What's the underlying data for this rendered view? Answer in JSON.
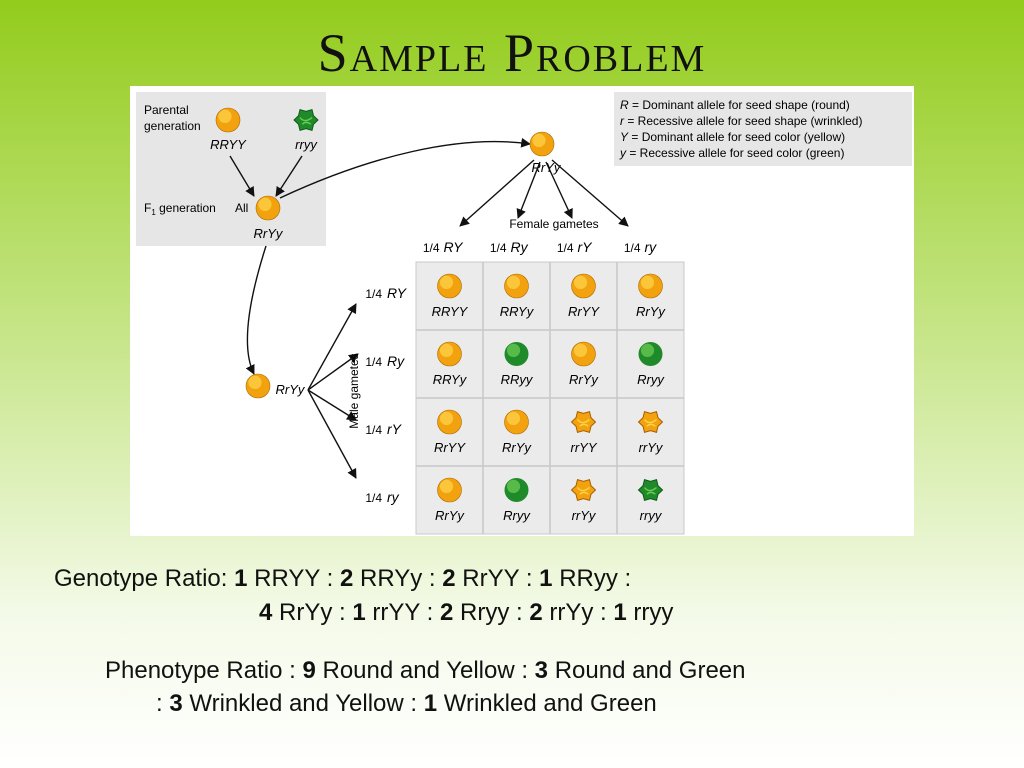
{
  "title": "Sample Problem",
  "diagram": {
    "parental_label_1": "Parental",
    "parental_label_2": "generation",
    "parent1_genotype": "RRYY",
    "parent2_genotype": "rryy",
    "f1_label": "F",
    "f1_sub": "1",
    "f1_label_rest": " generation",
    "f1_all": "All",
    "f1_genotype": "RrYy",
    "female_parent": "RrYy",
    "male_parent": "RrYy",
    "female_gametes_label": "Female gametes",
    "male_gametes_label": "Male gametes",
    "fraction": "1/4",
    "legend": [
      {
        "sym": "R",
        "text": " = Dominant allele for seed shape (round)"
      },
      {
        "sym": "r",
        "text": "  = Recessive allele for seed shape (wrinkled)"
      },
      {
        "sym": "Y",
        "text": " = Dominant allele for seed color (yellow)"
      },
      {
        "sym": "y",
        "text": " = Recessive allele for seed color (green)"
      }
    ],
    "col_gametes": [
      "RY",
      "Ry",
      "rY",
      "ry"
    ],
    "row_gametes": [
      "RY",
      "Ry",
      "rY",
      "ry"
    ],
    "grid": [
      [
        {
          "g": "RRYY",
          "shape": "round",
          "color": "yellow"
        },
        {
          "g": "RRYy",
          "shape": "round",
          "color": "yellow"
        },
        {
          "g": "RrYY",
          "shape": "round",
          "color": "yellow"
        },
        {
          "g": "RrYy",
          "shape": "round",
          "color": "yellow"
        }
      ],
      [
        {
          "g": "RRYy",
          "shape": "round",
          "color": "yellow"
        },
        {
          "g": "RRyy",
          "shape": "round",
          "color": "green"
        },
        {
          "g": "RrYy",
          "shape": "round",
          "color": "yellow"
        },
        {
          "g": "Rryy",
          "shape": "round",
          "color": "green"
        }
      ],
      [
        {
          "g": "RrYY",
          "shape": "round",
          "color": "yellow"
        },
        {
          "g": "RrYy",
          "shape": "round",
          "color": "yellow"
        },
        {
          "g": "rrYY",
          "shape": "wrinkled",
          "color": "yellow"
        },
        {
          "g": "rrYy",
          "shape": "wrinkled",
          "color": "yellow"
        }
      ],
      [
        {
          "g": "RrYy",
          "shape": "round",
          "color": "yellow"
        },
        {
          "g": "Rryy",
          "shape": "round",
          "color": "green"
        },
        {
          "g": "rrYy",
          "shape": "wrinkled",
          "color": "yellow"
        },
        {
          "g": "rryy",
          "shape": "wrinkled",
          "color": "green"
        }
      ]
    ],
    "colors": {
      "yellow": "#f2a20f",
      "yellow_light": "#ffd24a",
      "green": "#1e8a2a",
      "green_light": "#6ccb54"
    }
  },
  "genotype": {
    "label": "Genotype Ratio: ",
    "line1": [
      {
        "n": "1",
        "t": " RRYY : "
      },
      {
        "n": "2",
        "t": " RRYy : "
      },
      {
        "n": "2",
        "t": " RrYY : "
      },
      {
        "n": "1",
        "t": " RRyy :"
      }
    ],
    "line2": [
      {
        "n": "4",
        "t": " RrYy : "
      },
      {
        "n": "1",
        "t": " rrYY : "
      },
      {
        "n": "2",
        "t": " Rryy : "
      },
      {
        "n": "2",
        "t": " rrYy : "
      },
      {
        "n": "1",
        "t": " rryy"
      }
    ]
  },
  "phenotype": {
    "label": "Phenotype Ratio : ",
    "line1": [
      {
        "n": "9",
        "t": " Round and Yellow : "
      },
      {
        "n": "3",
        "t": " Round and Green"
      }
    ],
    "line2_prefix": ": ",
    "line2": [
      {
        "n": "3",
        "t": " Wrinkled and Yellow : "
      },
      {
        "n": "1",
        "t": " Wrinkled and Green"
      }
    ]
  }
}
